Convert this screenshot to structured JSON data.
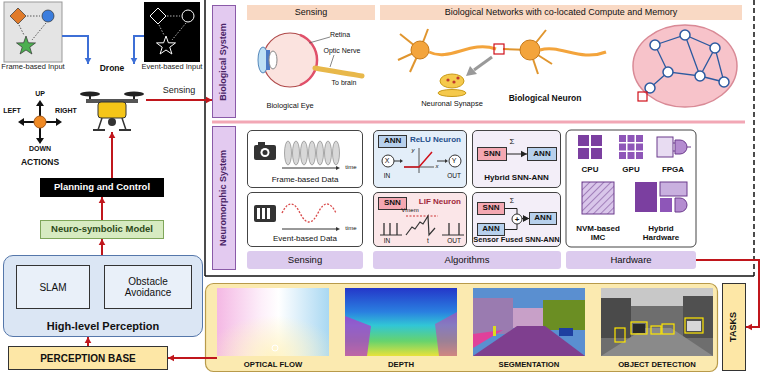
{
  "diagram": {
    "nodes": [
      {
        "text": [
          "Frame-based Input"
        ]
      },
      {
        "text": [
          "Event-based Input"
        ]
      },
      {
        "text": [
          "Drone"
        ]
      },
      {
        "text": [
          "Planning and Control"
        ]
      },
      {
        "text": [
          "Neuro-symbolic Model"
        ]
      },
      {
        "text": [
          "High-level Perception"
        ]
      },
      {
        "text": [
          "SLAM"
        ],
        "in": 5
      },
      {
        "text": [
          "Obstacle Avoidance"
        ],
        "in": 5
      },
      {
        "text": [
          "PERCEPTION BASE"
        ]
      },
      {
        "text": [
          "Biological System"
        ]
      },
      {
        "text": [
          "Sensing"
        ]
      },
      {
        "text": [
          "Biological Networks with co-located Compute and Memory"
        ]
      },
      {
        "text": [
          "Neuromorphic System"
        ]
      },
      {
        "text": [
          "Frame-based Data"
        ]
      },
      {
        "text": [
          "Event-based Data"
        ]
      },
      {
        "text": [
          "ANN",
          "ReLU Neuron"
        ]
      },
      {
        "text": [
          "Hybrid SNN-ANN"
        ]
      },
      {
        "text": [
          "SNN"
        ],
        "in": 16
      },
      {
        "text": [
          "ANN"
        ],
        "in": 16
      },
      {
        "text": [
          "SNN",
          "LIF Neuron"
        ]
      },
      {
        "text": [
          "Sensor Fused SNN-ANN"
        ]
      },
      {
        "text": [
          "SNN"
        ],
        "in": 20
      },
      {
        "text": [
          "ANN"
        ],
        "in": 20
      },
      {
        "text": [
          "ANN"
        ],
        "in": 20
      },
      {
        "text": [
          "CPU"
        ]
      },
      {
        "text": [
          "GPU"
        ]
      },
      {
        "text": [
          "FPGA"
        ]
      },
      {
        "text": [
          "NVM-based IMC"
        ]
      },
      {
        "text": [
          "Hybrid Hardware"
        ]
      },
      {
        "text": [
          "Sensing"
        ]
      },
      {
        "text": [
          "Algorithms"
        ]
      },
      {
        "text": [
          "Hardware"
        ]
      },
      {
        "text": [
          "OPTICAL FLOW"
        ]
      },
      {
        "text": [
          "DEPTH"
        ]
      },
      {
        "text": [
          "SEGMENTATION"
        ]
      },
      {
        "text": [
          "OBJECT DETECTION"
        ]
      },
      {
        "text": [
          "TASKS"
        ]
      }
    ],
    "edges": [
      {
        "from": 0,
        "to": 2,
        "arrow": "to"
      },
      {
        "from": 1,
        "to": 2,
        "arrow": "to"
      },
      {
        "from": 2,
        "to": 9,
        "label": "Sensing",
        "arrow": "to"
      },
      {
        "from": 3,
        "to": 2,
        "arrow": "to"
      },
      {
        "from": 4,
        "to": 3,
        "arrow": "to"
      },
      {
        "from": 5,
        "to": 4,
        "arrow": "to"
      },
      {
        "from": 8,
        "to": 5,
        "arrow": "to"
      },
      {
        "from": 17,
        "to": 18,
        "arrow": "to"
      },
      {
        "from": 21,
        "to": 23,
        "arrow": "to"
      },
      {
        "from": 22,
        "to": 23,
        "arrow": "to"
      },
      {
        "from": 31,
        "to": 36,
        "arrow": "to"
      },
      {
        "from": 32,
        "to": 8,
        "arrow": "to"
      }
    ],
    "labels": [
      "UP",
      "LEFT",
      "RIGHT",
      "DOWN",
      "ACTIONS",
      "Retina",
      "Optic Nerve",
      "To brain",
      "Biological Eye",
      "Neuronal Synapse",
      "Biological Neuron",
      "time",
      "time",
      "X",
      "Y",
      "IN",
      "OUT",
      "y",
      "x",
      "Vmem",
      "IN",
      "t",
      "OUT",
      "Σ",
      "Σ",
      "+"
    ]
  }
}
